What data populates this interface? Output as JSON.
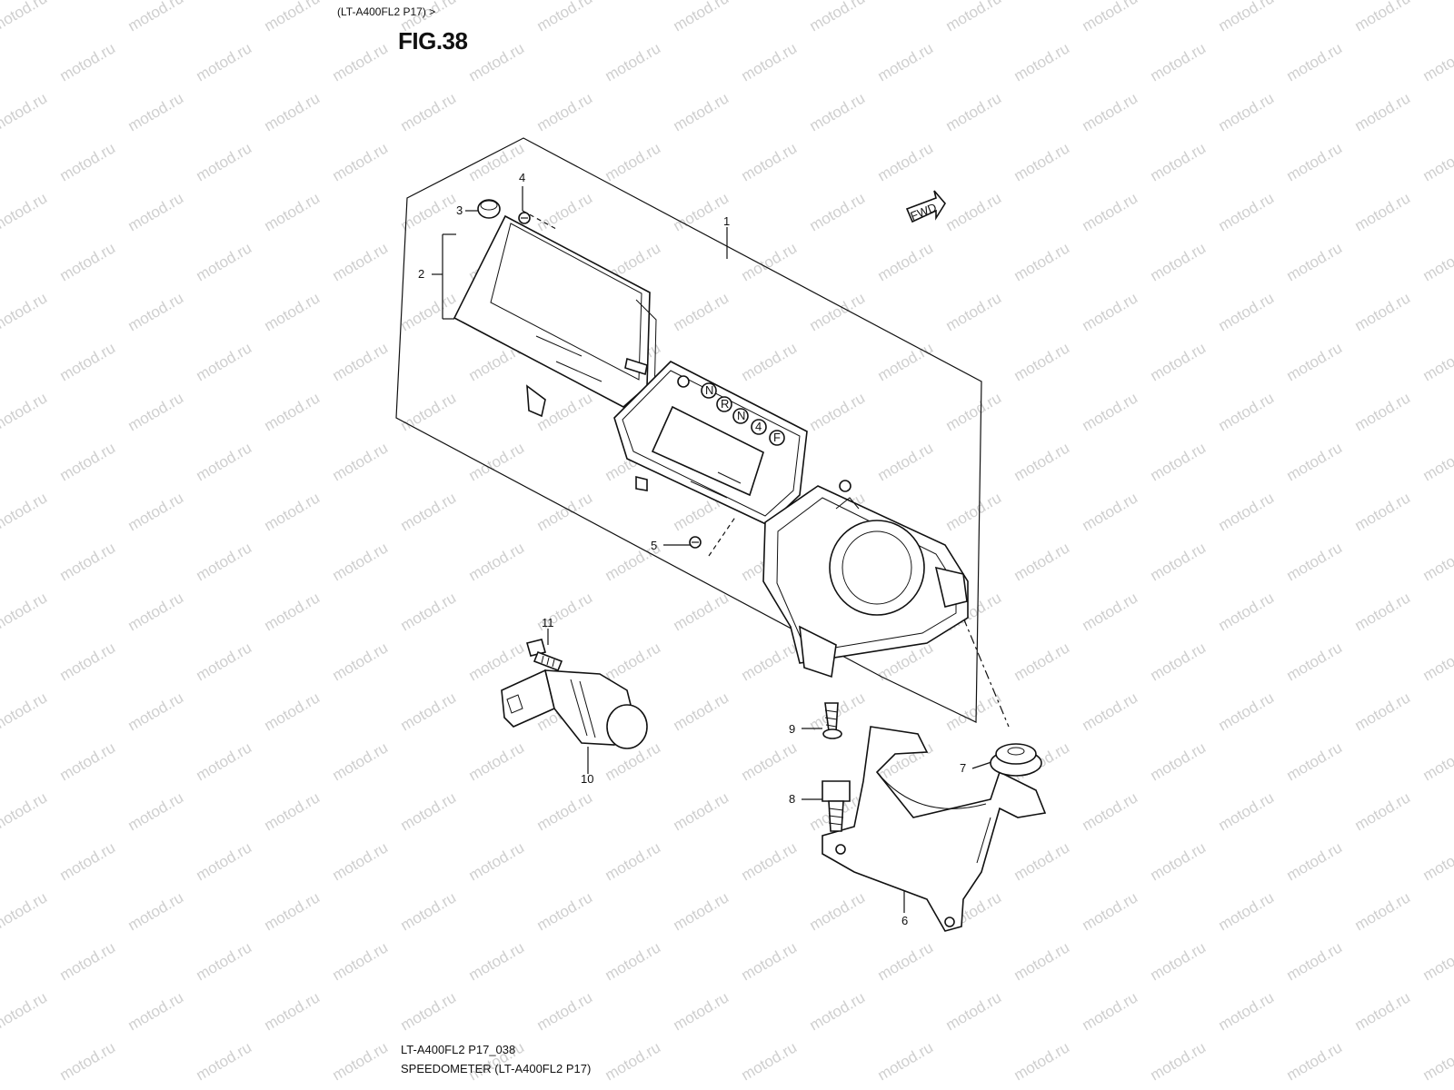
{
  "header": {
    "model_ref": "(LT-A400FL2 P17) >",
    "figure_title": "FIG.38"
  },
  "watermark": {
    "text": "motod.ru",
    "color": "#cfcfcf"
  },
  "direction_badge": {
    "label": "FWD",
    "icon": "arrow-right-icon"
  },
  "callouts": [
    {
      "id": "1",
      "label": "1"
    },
    {
      "id": "2",
      "label": "2"
    },
    {
      "id": "3",
      "label": "3"
    },
    {
      "id": "4",
      "label": "4"
    },
    {
      "id": "5",
      "label": "5"
    },
    {
      "id": "6",
      "label": "6"
    },
    {
      "id": "7",
      "label": "7"
    },
    {
      "id": "8",
      "label": "8"
    },
    {
      "id": "9",
      "label": "9"
    },
    {
      "id": "10",
      "label": "10"
    },
    {
      "id": "11",
      "label": "11"
    }
  ],
  "indicator_lamps": [
    "N",
    "R",
    "N",
    "4",
    "F"
  ],
  "footer": {
    "diagram_code": "LT-A400FL2 P17_038",
    "caption": "SPEEDOMETER (LT-A400FL2 P17)"
  }
}
